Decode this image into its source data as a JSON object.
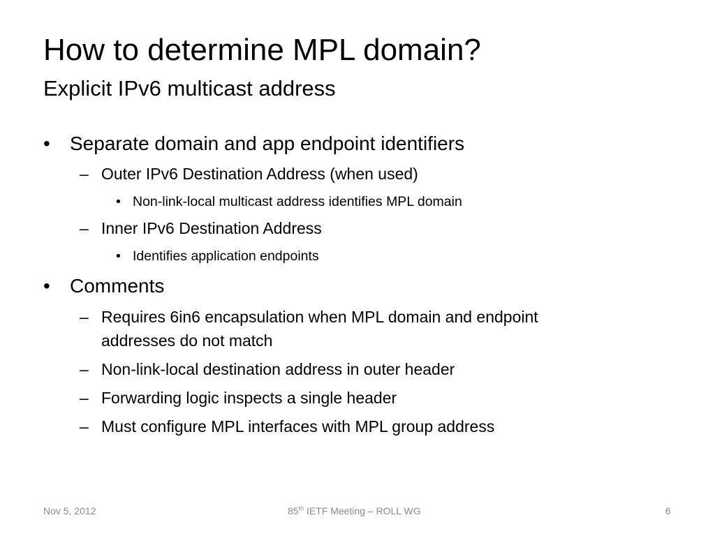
{
  "title": "How to determine MPL domain?",
  "subtitle": "Explicit IPv6 multicast address",
  "markers": {
    "bullet": "•",
    "dash": "–"
  },
  "items": [
    {
      "text": "Separate domain and app endpoint identifiers"
    },
    {
      "text": "Outer IPv6 Destination Address (when used)"
    },
    {
      "text": "Non-link-local multicast address identifies MPL domain"
    },
    {
      "text": "Inner IPv6 Destination Address"
    },
    {
      "text": "Identifies application endpoints"
    },
    {
      "text": "Comments"
    },
    {
      "text": "Requires 6in6 encapsulation when MPL domain and endpoint"
    },
    {
      "text": "addresses do not match"
    },
    {
      "text": "Non-link-local destination address in outer header"
    },
    {
      "text": "Forwarding logic inspects a single header"
    },
    {
      "text": "Must configure MPL interfaces with MPL group address"
    }
  ],
  "footer": {
    "date": "Nov 5, 2012",
    "meeting_number": "85",
    "meeting_suffix": "th",
    "meeting_rest": " IETF Meeting – ROLL WG",
    "page": "6"
  }
}
